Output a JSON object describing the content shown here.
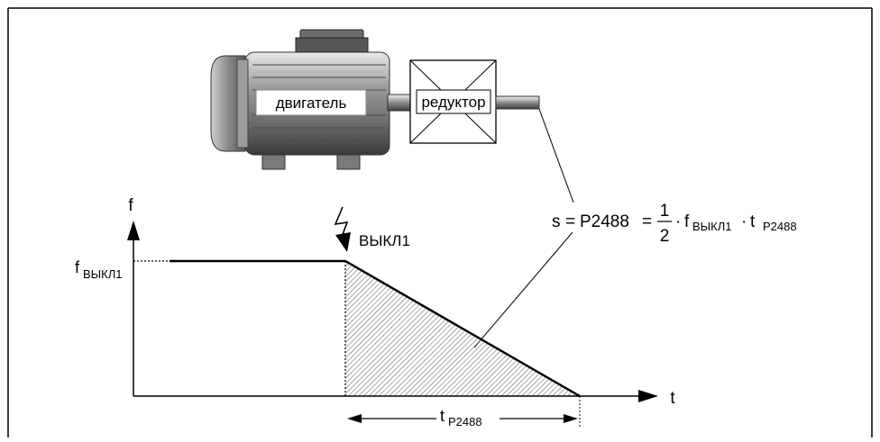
{
  "motor": {
    "label": "двигатель"
  },
  "gearbox": {
    "label": "редуктор"
  },
  "axes": {
    "y_label": "f",
    "x_label": "t"
  },
  "event": {
    "label": "ВЫКЛ1"
  },
  "level": {
    "f_main": "f",
    "f_sub": "ВЫКЛ1"
  },
  "formula": {
    "lhs": "s",
    "eq1": "=",
    "param": "P2488",
    "eq2": "=",
    "numerator": "1",
    "denominator": "2",
    "dot1": "·",
    "f_main": "f",
    "f_sub": "ВЫКЛ1",
    "dot2": "·",
    "t_main": "t",
    "t_sub": "P2488"
  },
  "duration": {
    "main": "t",
    "sub": "P2488"
  }
}
